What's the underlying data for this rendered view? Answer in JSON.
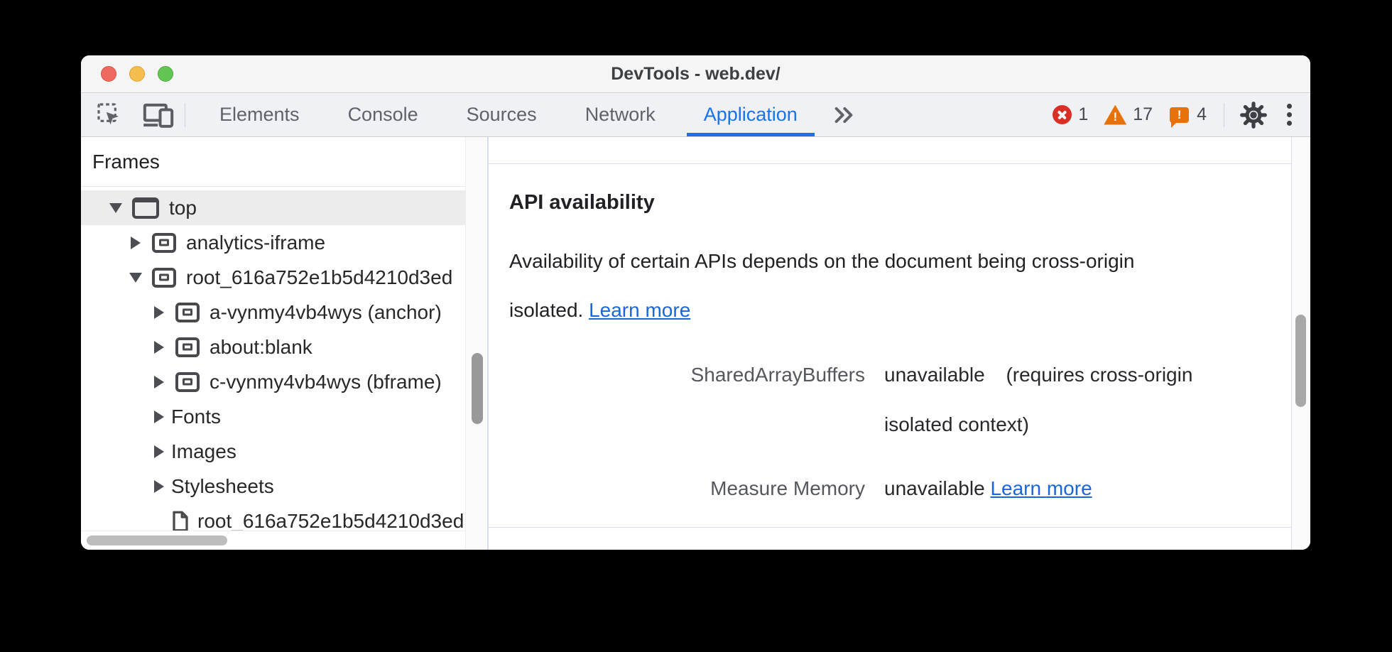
{
  "window": {
    "title": "DevTools - web.dev/"
  },
  "toolbar": {
    "tabs": [
      "Elements",
      "Console",
      "Sources",
      "Network",
      "Application"
    ],
    "selected_tab": "Application",
    "badges": {
      "errors": "1",
      "warnings": "17",
      "issues": "4"
    },
    "icons": [
      "inspect-icon",
      "device-toolbar-icon",
      "more-tabs-icon",
      "error-icon",
      "warning-icon",
      "issues-icon",
      "gear-icon",
      "kebab-menu-icon"
    ],
    "colors": {
      "accent": "#1a73e8",
      "error": "#d93025",
      "warning": "#e8710a"
    }
  },
  "sidebar": {
    "header": "Frames",
    "tree": [
      {
        "label": "top",
        "icon": "frame",
        "expanded": true,
        "selected": true
      },
      {
        "label": "analytics-iframe",
        "icon": "iframe",
        "expanded": false
      },
      {
        "label": "root_616a752e1b5d4210d3ed",
        "icon": "iframe",
        "expanded": true
      },
      {
        "label": "a-vynmy4vb4wys (anchor)",
        "icon": "iframe",
        "expanded": false
      },
      {
        "label": "about:blank",
        "icon": "iframe",
        "expanded": false
      },
      {
        "label": "c-vynmy4vb4wys (bframe)",
        "icon": "iframe",
        "expanded": false
      },
      {
        "label": "Fonts",
        "icon": null,
        "expanded": false
      },
      {
        "label": "Images",
        "icon": null,
        "expanded": false
      },
      {
        "label": "Stylesheets",
        "icon": null,
        "expanded": false
      },
      {
        "label": "root_616a752e1b5d4210d3ed",
        "icon": "document",
        "expanded": null
      }
    ]
  },
  "main": {
    "section_title": "API availability",
    "desc_line1": "Availability of certain APIs depends on the document being cross-origin",
    "desc_line2_prefix": "isolated.",
    "learn_more": "Learn more",
    "rows": [
      {
        "label": "SharedArrayBuffers",
        "value": "unavailable",
        "detail1": "(requires cross-origin",
        "detail2": "isolated context)"
      },
      {
        "label": "Measure Memory",
        "value": "unavailable",
        "link": "Learn more"
      }
    ],
    "colors": {
      "link": "#1a66dd"
    }
  }
}
